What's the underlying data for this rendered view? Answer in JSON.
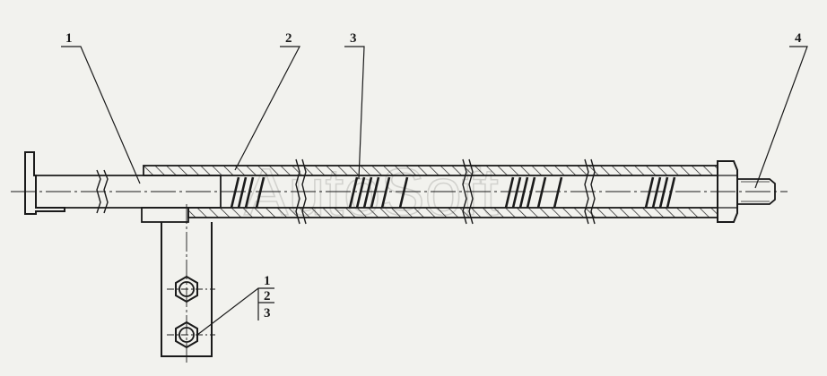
{
  "diagram": {
    "callouts": {
      "rod": "1",
      "tube": "2",
      "spring": "3",
      "nut": "4",
      "bracket_item_1": "1",
      "bracket_item_2": "2",
      "bracket_item_3": "3"
    },
    "watermark": "AutoSoft",
    "colors": {
      "background": "#f2f2ee",
      "line": "#1a1a1a",
      "watermark": "#c8c8c4"
    }
  }
}
